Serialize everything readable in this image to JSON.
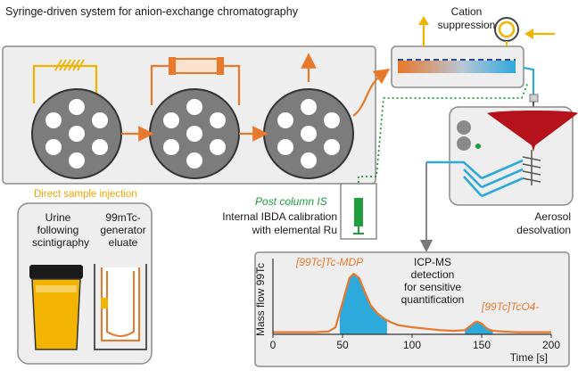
{
  "title": "Syringe-driven system for anion-exchange chromatography",
  "labels": {
    "direct_injection": "Direct sample injection",
    "urine": [
      "Urine",
      "following",
      "scintigraphy"
    ],
    "generator": [
      "99mTc-",
      "generator",
      "eluate"
    ],
    "cation_suppression": [
      "Cation",
      "suppression"
    ],
    "post_column_is": "Post column IS",
    "ibda": [
      "Internal IBDA calibration",
      "with elemental Ru"
    ],
    "aerosol": [
      "Aerosol",
      "desolvation"
    ],
    "icpms": [
      "ICP-MS",
      "detection",
      "for sensitive",
      "quantification"
    ]
  },
  "colors": {
    "orange": "#e8782a",
    "yellow": "#f0b400",
    "green": "#1f9e3b",
    "blue": "#2ea9dc",
    "red": "#b5121b",
    "panel_bg": "#eeeeee",
    "panel_border": "#8c8c8c"
  },
  "chart_data": {
    "type": "line",
    "xlabel": "Time [s]",
    "ylabel": "Mass flow 99Tc",
    "xlim": [
      0,
      200
    ],
    "xticks": [
      0,
      50,
      100,
      150,
      200
    ],
    "peaks": [
      {
        "name": "[99Tc]Tc-MDP",
        "time": 58,
        "height": 0.86,
        "fill_range": [
          48,
          82
        ]
      },
      {
        "name": "[99Tc]TcO4-",
        "time": 147,
        "height": 0.18,
        "fill_range": [
          138,
          158
        ]
      }
    ],
    "x": [
      0,
      10,
      20,
      30,
      40,
      45,
      50,
      55,
      58,
      62,
      66,
      70,
      75,
      80,
      85,
      90,
      100,
      110,
      120,
      130,
      138,
      142,
      145,
      147,
      150,
      154,
      158,
      165,
      175,
      185,
      200
    ],
    "y": [
      0.03,
      0.03,
      0.03,
      0.03,
      0.04,
      0.1,
      0.45,
      0.8,
      0.86,
      0.8,
      0.6,
      0.42,
      0.3,
      0.22,
      0.17,
      0.13,
      0.1,
      0.08,
      0.06,
      0.05,
      0.06,
      0.12,
      0.17,
      0.18,
      0.15,
      0.08,
      0.05,
      0.04,
      0.03,
      0.03,
      0.03
    ]
  }
}
